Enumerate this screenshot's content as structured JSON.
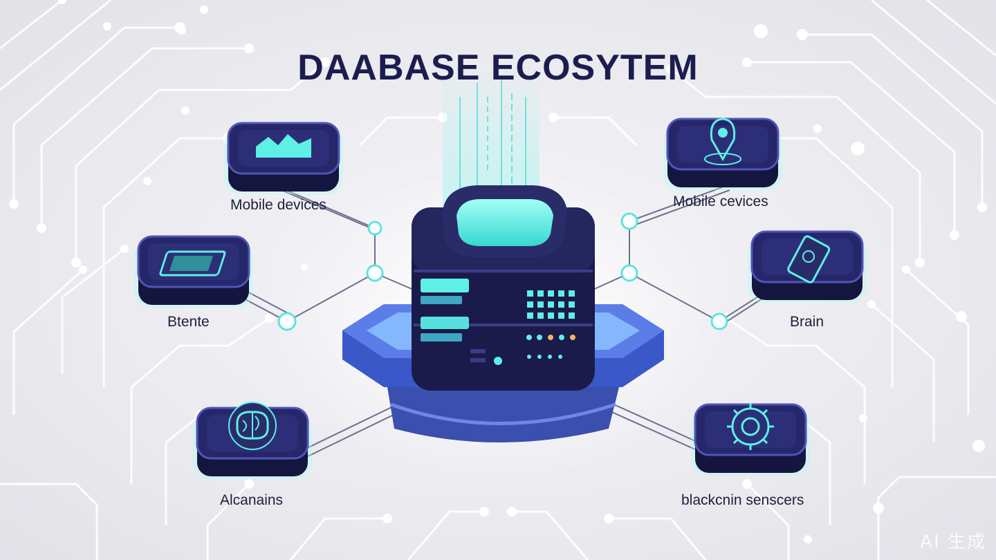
{
  "title": "DAABASE ECOSYTEM",
  "nodes": [
    {
      "label": "Mobile devices",
      "icon": "mountain-chart-icon"
    },
    {
      "label": "Btente",
      "icon": "tablet-icon"
    },
    {
      "label": "Alcanains",
      "icon": "brain-icon"
    },
    {
      "label": "Mobile cevices",
      "icon": "location-pin-icon"
    },
    {
      "label": "Brain",
      "icon": "smartphone-icon"
    },
    {
      "label": "blackcnin senscers",
      "icon": "gear-circuit-icon"
    }
  ],
  "center": {
    "icon": "database-server-icon"
  },
  "watermark": "AI 生成",
  "colors": {
    "background": "#ececf0",
    "navy": "#1c1d4f",
    "cyan": "#5ef0e4",
    "platform": "#4f6fe0",
    "circuit": "#ffffff"
  }
}
